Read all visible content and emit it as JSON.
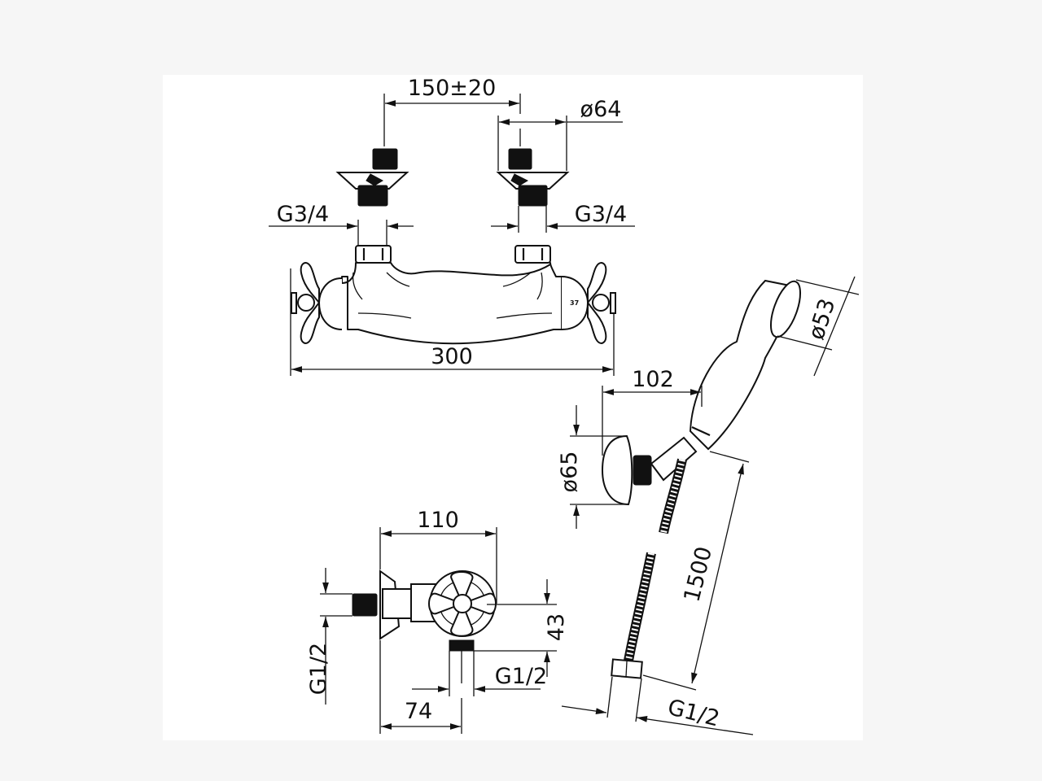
{
  "title": "Thermostatic shower mixer technical drawing",
  "dimensions": {
    "spacing": "150±20",
    "flange_diameter": "ø64",
    "inlet_left": "G3/4",
    "inlet_right": "G3/4",
    "overall_width": "300",
    "bracket_projection": "102",
    "head_diameter": "ø53",
    "bracket_diameter": "ø65",
    "hose_length": "1500",
    "side_depth": "110",
    "outlet_offset": "43",
    "side_inlet": "G1/2",
    "outlet_thread": "G1/2",
    "outlet_depth": "74",
    "hose_thread": "G1/2"
  },
  "body_marking": "37"
}
